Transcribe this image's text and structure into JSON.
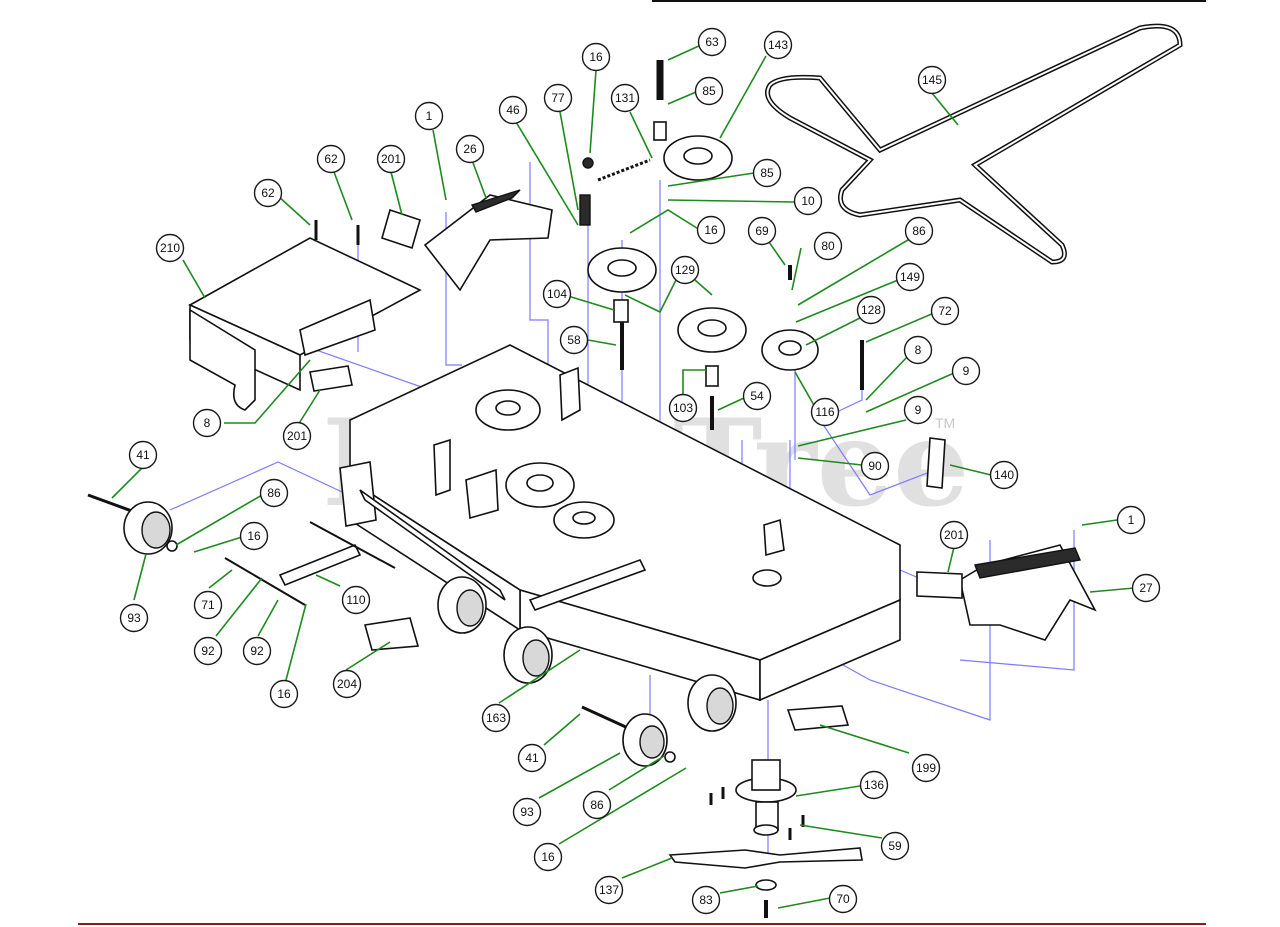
{
  "watermark": {
    "text": "PartsTree",
    "tm": "TM"
  },
  "colors": {
    "leader": "#1e8a1e",
    "guide": "#7b7bff",
    "footer_rule": "#8b1a1a"
  },
  "callouts": [
    {
      "id": "c-63",
      "label": "63"
    },
    {
      "id": "c-143",
      "label": "143"
    },
    {
      "id": "c-16a",
      "label": "16"
    },
    {
      "id": "c-85a",
      "label": "85"
    },
    {
      "id": "c-145",
      "label": "145"
    },
    {
      "id": "c-77",
      "label": "77"
    },
    {
      "id": "c-131",
      "label": "131"
    },
    {
      "id": "c-46",
      "label": "46"
    },
    {
      "id": "c-1a",
      "label": "1"
    },
    {
      "id": "c-26",
      "label": "26"
    },
    {
      "id": "c-85b",
      "label": "85"
    },
    {
      "id": "c-62a",
      "label": "62"
    },
    {
      "id": "c-201a",
      "label": "201"
    },
    {
      "id": "c-10",
      "label": "10"
    },
    {
      "id": "c-62b",
      "label": "62"
    },
    {
      "id": "c-16b",
      "label": "16"
    },
    {
      "id": "c-69",
      "label": "69"
    },
    {
      "id": "c-80",
      "label": "80"
    },
    {
      "id": "c-86a",
      "label": "86"
    },
    {
      "id": "c-210",
      "label": "210"
    },
    {
      "id": "c-129",
      "label": "129"
    },
    {
      "id": "c-149",
      "label": "149"
    },
    {
      "id": "c-104",
      "label": "104"
    },
    {
      "id": "c-128",
      "label": "128"
    },
    {
      "id": "c-72",
      "label": "72"
    },
    {
      "id": "c-58",
      "label": "58"
    },
    {
      "id": "c-8a",
      "label": "8"
    },
    {
      "id": "c-9a",
      "label": "9"
    },
    {
      "id": "c-54",
      "label": "54"
    },
    {
      "id": "c-8b",
      "label": "8"
    },
    {
      "id": "c-103",
      "label": "103"
    },
    {
      "id": "c-116",
      "label": "116"
    },
    {
      "id": "c-201b",
      "label": "201"
    },
    {
      "id": "c-9b",
      "label": "9"
    },
    {
      "id": "c-41a",
      "label": "41"
    },
    {
      "id": "c-90",
      "label": "90"
    },
    {
      "id": "c-140",
      "label": "140"
    },
    {
      "id": "c-86b",
      "label": "86"
    },
    {
      "id": "c-1b",
      "label": "1"
    },
    {
      "id": "c-16c",
      "label": "16"
    },
    {
      "id": "c-201c",
      "label": "201"
    },
    {
      "id": "c-27",
      "label": "27"
    },
    {
      "id": "c-93a",
      "label": "93"
    },
    {
      "id": "c-71",
      "label": "71"
    },
    {
      "id": "c-110",
      "label": "110"
    },
    {
      "id": "c-92a",
      "label": "92"
    },
    {
      "id": "c-92b",
      "label": "92"
    },
    {
      "id": "c-204",
      "label": "204"
    },
    {
      "id": "c-16d",
      "label": "16"
    },
    {
      "id": "c-163",
      "label": "163"
    },
    {
      "id": "c-41b",
      "label": "41"
    },
    {
      "id": "c-199",
      "label": "199"
    },
    {
      "id": "c-136",
      "label": "136"
    },
    {
      "id": "c-93b",
      "label": "93"
    },
    {
      "id": "c-86c",
      "label": "86"
    },
    {
      "id": "c-59",
      "label": "59"
    },
    {
      "id": "c-16e",
      "label": "16"
    },
    {
      "id": "c-137",
      "label": "137"
    },
    {
      "id": "c-83",
      "label": "83"
    },
    {
      "id": "c-70",
      "label": "70"
    }
  ]
}
